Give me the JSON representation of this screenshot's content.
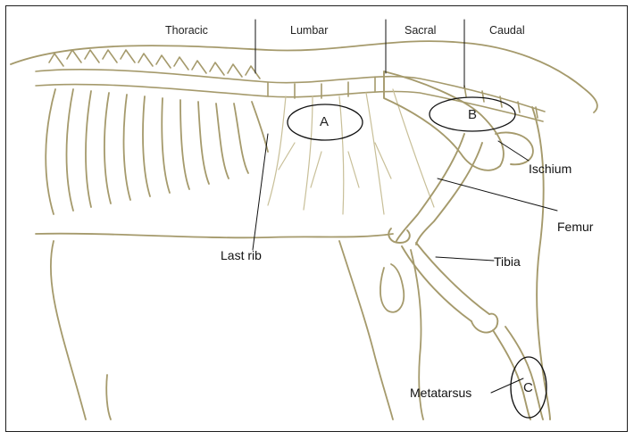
{
  "diagram": {
    "region_labels": {
      "thoracic": "Thoracic",
      "lumbar": "Lumbar",
      "sacral": "Sacral",
      "caudal": "Caudal"
    },
    "circle_markers": {
      "a": "A",
      "b": "B",
      "c": "C"
    },
    "bone_labels": {
      "ischium": "Ischium",
      "femur": "Femur",
      "tibia": "Tibia",
      "last_rib": "Last rib",
      "metatarsus": "Metatarsus"
    },
    "colors": {
      "bone_line": "#a59a6c",
      "label_line": "#111111",
      "frame": "#1e1e1e"
    }
  }
}
